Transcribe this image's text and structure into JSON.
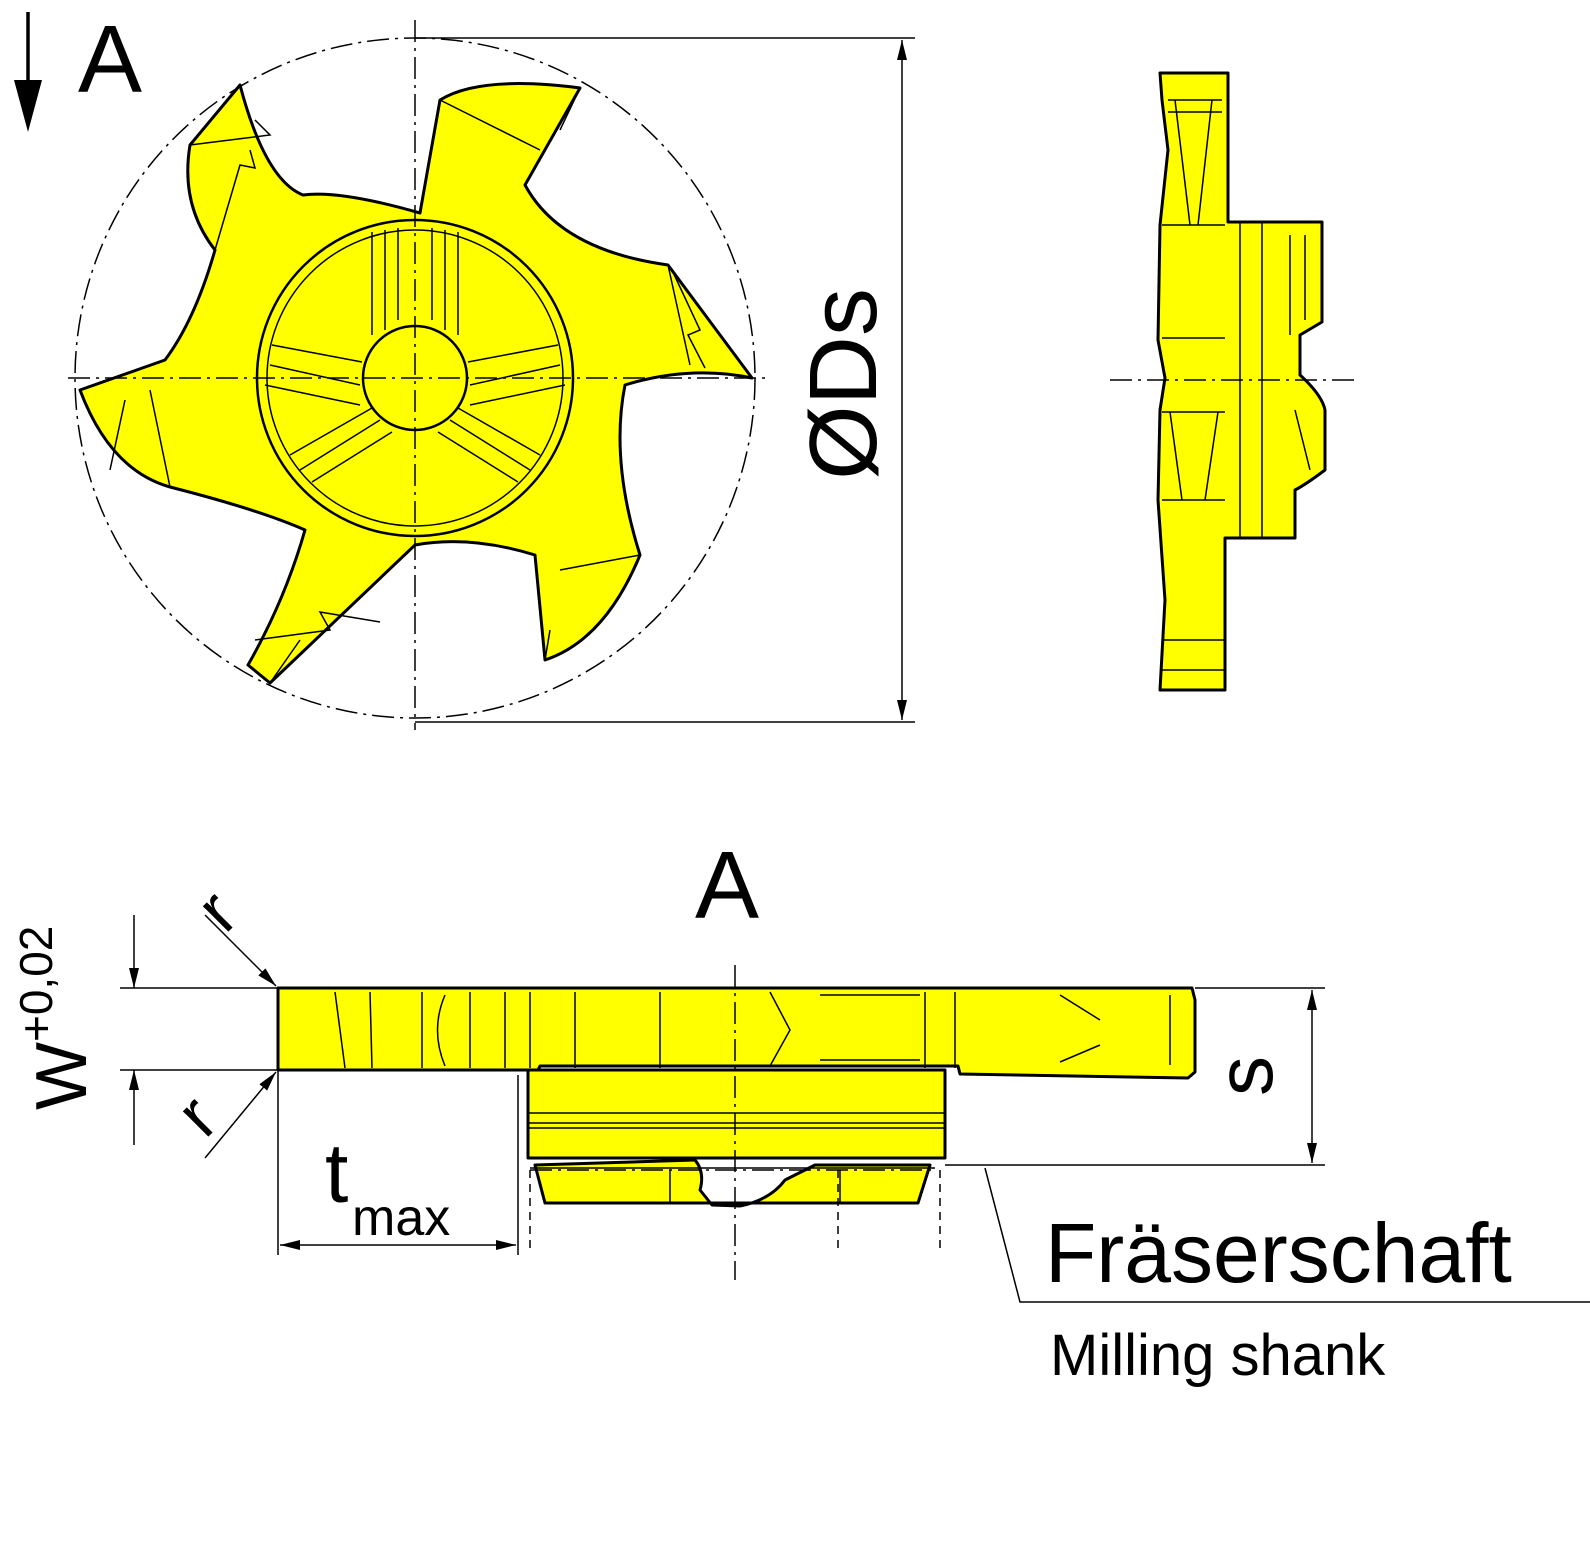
{
  "colors": {
    "insert_fill": "#ffff00",
    "line": "#000000"
  },
  "labels": {
    "view_marker": "A",
    "section_title": "A",
    "diameter": "ØDs",
    "width": "W",
    "width_tolerance": "+0,02",
    "radius_top": "r",
    "radius_bottom": "r",
    "depth_main": "t",
    "depth_sub": "max",
    "thickness": "s",
    "shank_de": "Fräserschaft",
    "shank_en": "Milling shank"
  }
}
